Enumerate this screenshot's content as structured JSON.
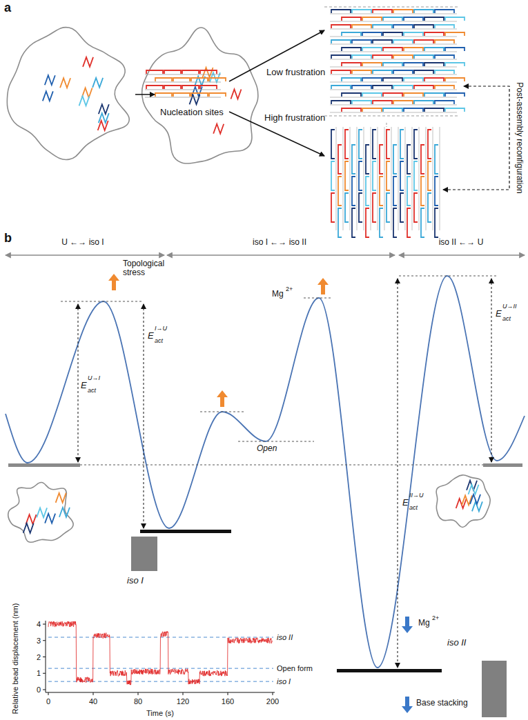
{
  "diagram": {
    "nodes": [
      {
        "text": [
          "iso I"
        ]
      },
      {
        "text": [
          "iso II"
        ]
      }
    ],
    "labels": [
      "a",
      "Nucleation sites",
      "Low frustration",
      "High frustration",
      "Post-assembly reconfiguration",
      "b",
      "U ←→ iso I",
      "iso I ←→ iso II",
      "iso II ←→ U",
      "Topological stress",
      "E",
      "act",
      "U→I",
      "E",
      "act",
      "I→U",
      "Mg",
      "2+",
      "Open",
      "E",
      "act",
      "II→U",
      "E",
      "act",
      "U→II",
      "Mg",
      "2+",
      "Base stacking",
      "Relative bead displacement (nm)",
      "0",
      "1",
      "2",
      "3",
      "4",
      "0",
      "40",
      "80",
      "120",
      "160",
      "200",
      "Time (s)",
      "iso II",
      "Open form",
      "iso I"
    ]
  }
}
